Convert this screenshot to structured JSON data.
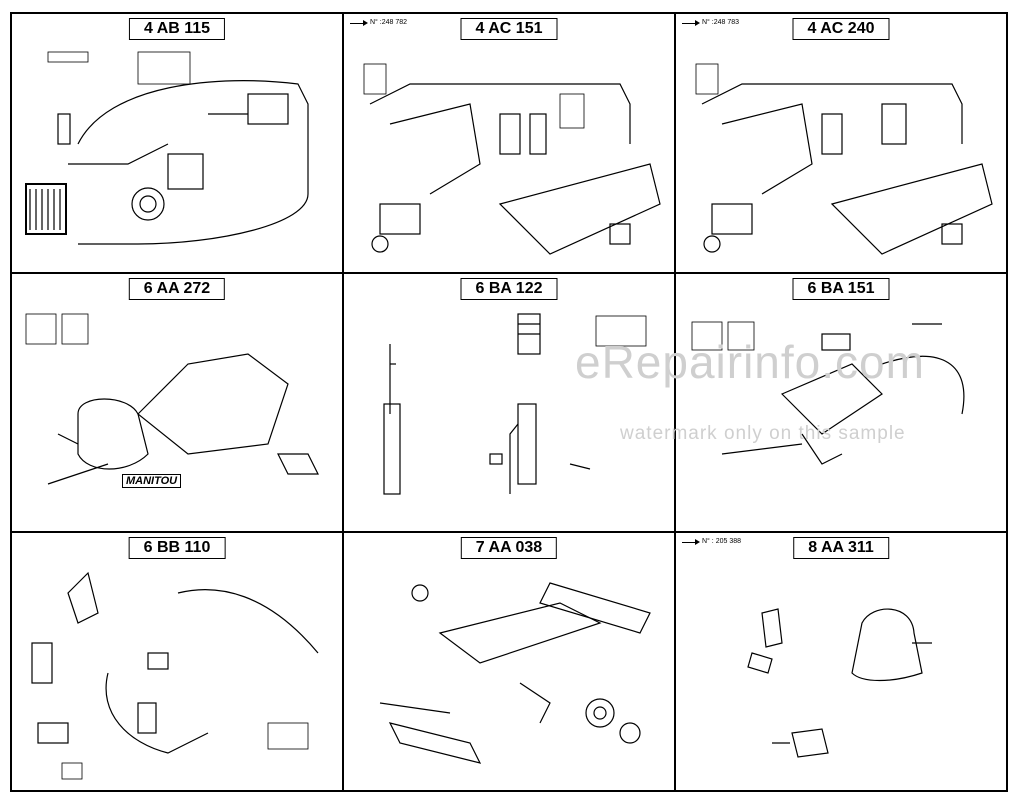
{
  "cells": [
    {
      "title": "4 AB 115",
      "ref": ""
    },
    {
      "title": "4 AC 151",
      "ref": "N° :248 782"
    },
    {
      "title": "4 AC 240",
      "ref": "N° :248 783"
    },
    {
      "title": "6 AA 272",
      "ref": ""
    },
    {
      "title": "6 BA 122",
      "ref": ""
    },
    {
      "title": "6 BA 151",
      "ref": ""
    },
    {
      "title": "6 BB 110",
      "ref": ""
    },
    {
      "title": "7 AA 038",
      "ref": ""
    },
    {
      "title": "8 AA 311",
      "ref": "N° : 205 388"
    }
  ],
  "brand_label": "MANITOU",
  "watermark": {
    "main": "eRepairinfo.com",
    "sub": "watermark only on this sample"
  }
}
